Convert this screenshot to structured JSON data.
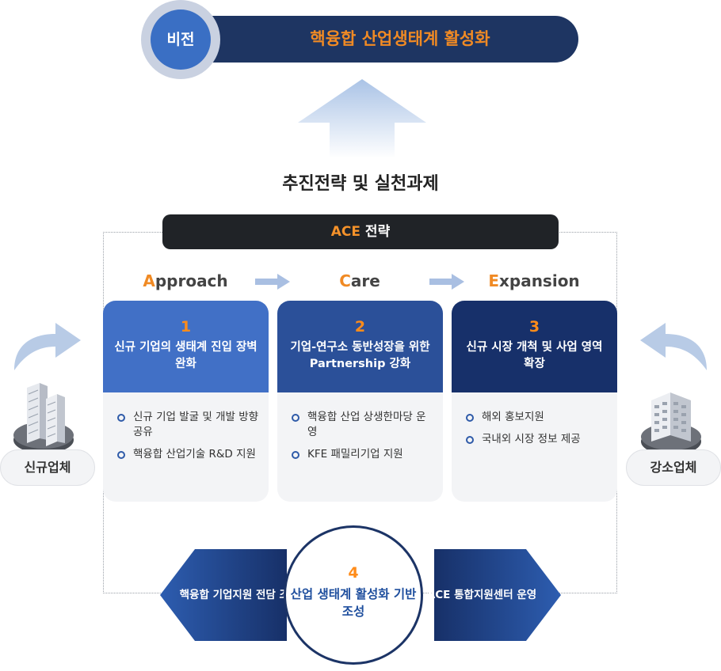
{
  "vision": {
    "badge": "비전",
    "statement": "핵융합 산업생태계 활성화"
  },
  "strategy_title": "추진전략 및 실천과제",
  "ace": {
    "highlight": "ACE",
    "label": " 전략"
  },
  "columns": [
    {
      "lead": "A",
      "rest": "pproach",
      "number": "1",
      "title": "신규 기업의 생태계 진입 장벽 완화",
      "color": "#4170c6",
      "items": [
        "신규 기업 발굴 및 개발 방향 공유",
        "핵융합 산업기술 R&D 지원"
      ]
    },
    {
      "lead": "C",
      "rest": "are",
      "number": "2",
      "title": "기업-연구소 동반성장을 위한 Partnership 강화",
      "color": "#2b5099",
      "items": [
        "핵융합 산업 상생한마당 운영",
        "KFE 패밀리기업 지원"
      ]
    },
    {
      "lead": "E",
      "rest": "xpansion",
      "number": "3",
      "title": "신규 시장 개척 및 사업 영역 확장",
      "color": "#17306a",
      "items": [
        "해외 홍보지원",
        "국내외 시장 정보 제공"
      ]
    }
  ],
  "side_left": {
    "label": "신규업체",
    "icon": "office-tower-icon"
  },
  "side_right": {
    "label": "강소업체",
    "icon": "office-building-icon"
  },
  "foundation": {
    "number": "4",
    "title": "산업 생태계 활성화 기반 조성",
    "left_hex": "핵융합 기업지원 전담 조직",
    "right_hex": "ACE 통합지원센터 운영"
  },
  "colors": {
    "navy": "#1e3562",
    "orange": "#f08a24",
    "blue": "#3a6fc4",
    "pale_blue": "#b8cbe6"
  }
}
